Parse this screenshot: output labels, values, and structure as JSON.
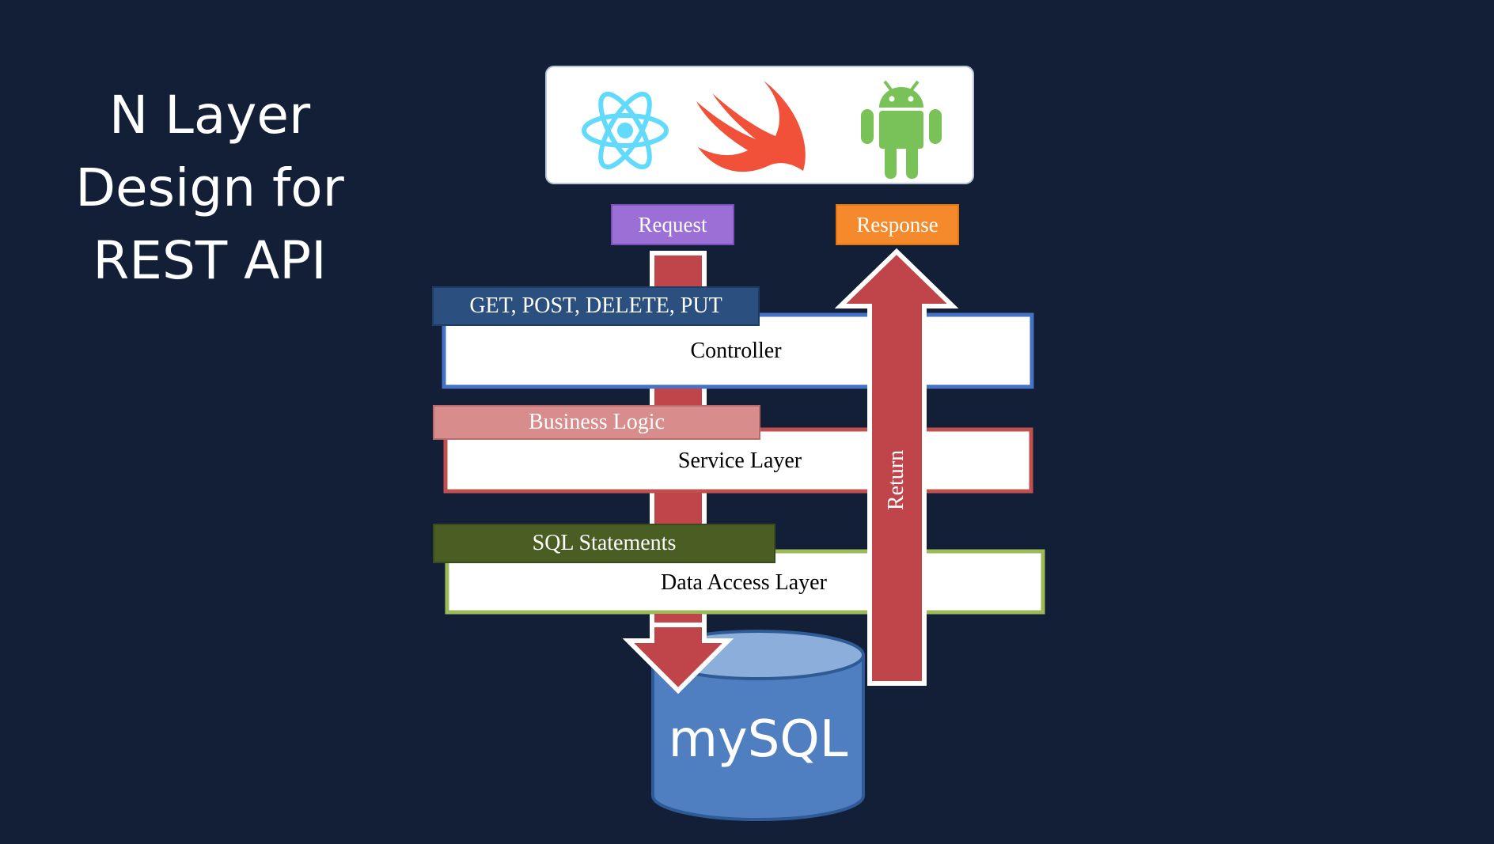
{
  "title": {
    "line1": "N Layer",
    "line2": "Design for",
    "line3": "REST API"
  },
  "clients": [
    {
      "icon": "react-icon",
      "color": "#61dafb"
    },
    {
      "icon": "swift-icon",
      "color": "#f05138"
    },
    {
      "icon": "android-icon",
      "color": "#78c257"
    }
  ],
  "labels": {
    "request": "Request",
    "response": "Response",
    "http_methods": "GET, POST, DELETE, PUT",
    "controller": "Controller",
    "business_logic": "Business Logic",
    "service_layer": "Service Layer",
    "sql_statements": "SQL Statements",
    "data_access_layer": "Data Access Layer",
    "return": "Return",
    "database": "mySQL"
  },
  "colors": {
    "background": "#121f36",
    "request_tag": "#9b6fd6",
    "response_tag": "#f58a2c",
    "controller_border": "#4472c4",
    "http_tag": "#2b5080",
    "service_border": "#c0504d",
    "business_tag": "#d98c8c",
    "dal_border": "#9bbb59",
    "sql_tag": "#4a5e23",
    "arrow": "#c0454a",
    "database": "#4f7fc0"
  }
}
